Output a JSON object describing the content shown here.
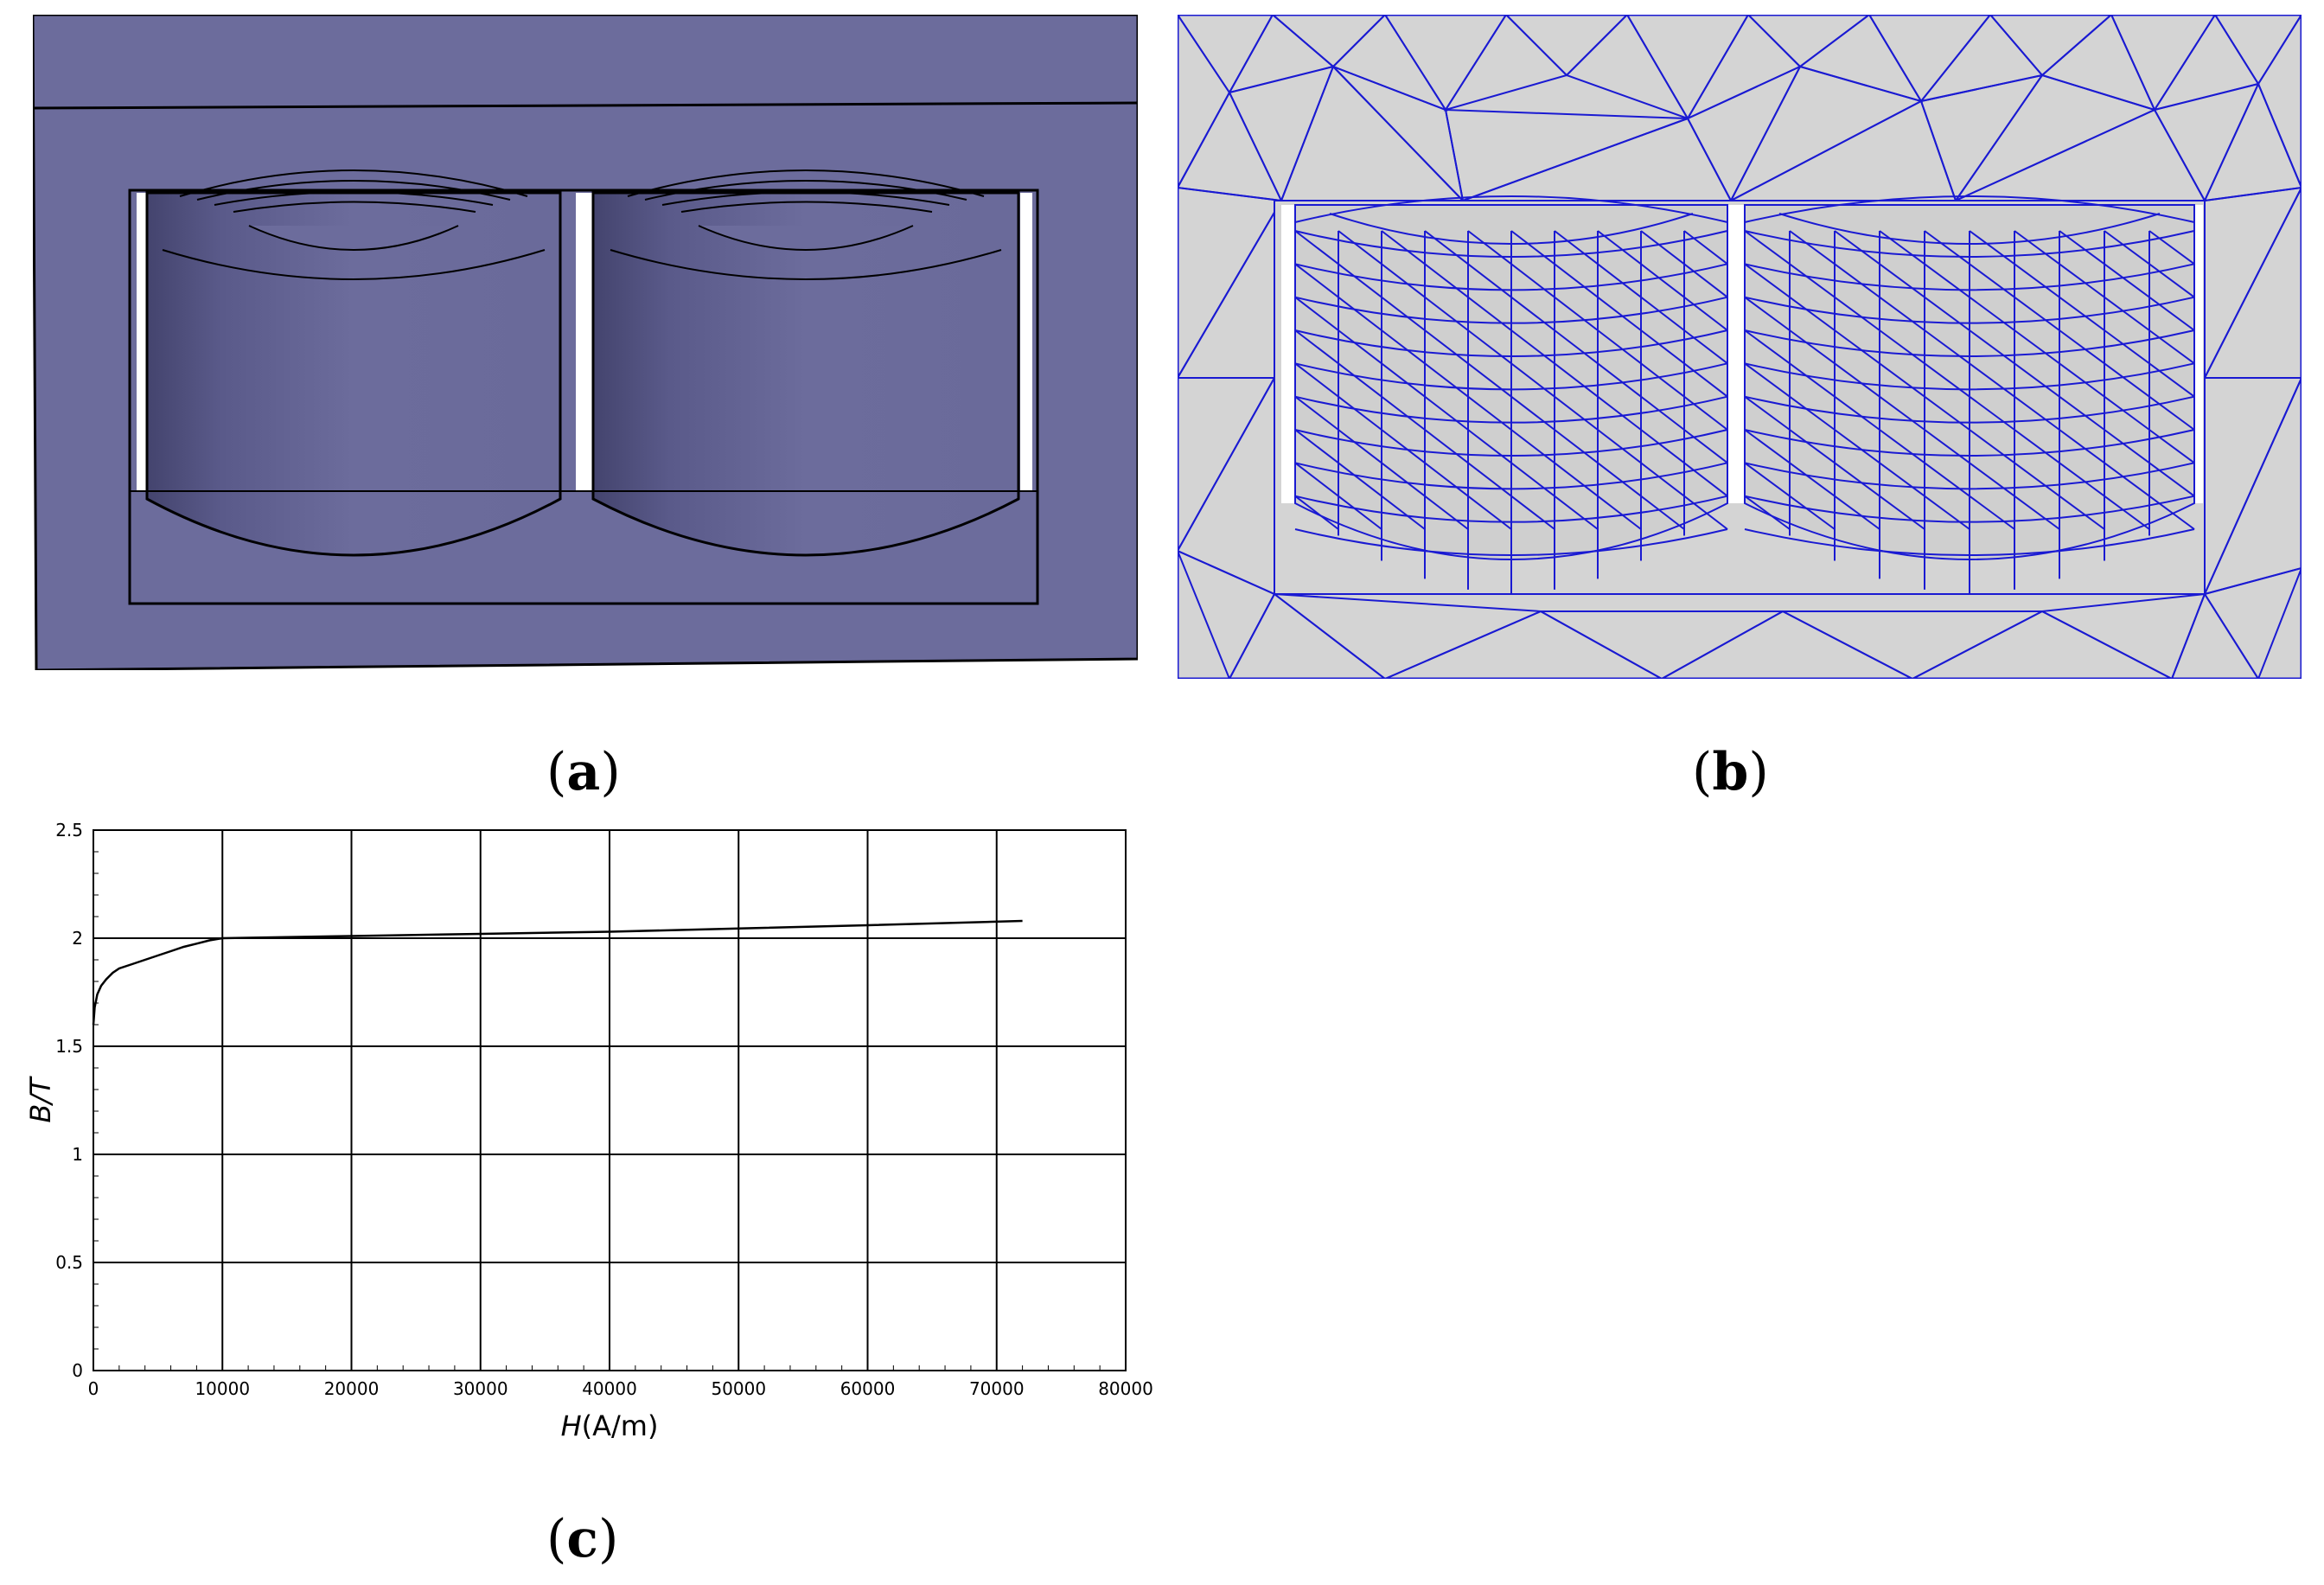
{
  "figure": {
    "panels": [
      {
        "id": "a",
        "letter": "a"
      },
      {
        "id": "b",
        "letter": "b"
      },
      {
        "id": "c",
        "letter": "c"
      }
    ]
  },
  "colors": {
    "core": "#6c6c9c",
    "core_dark": "#3c3c64",
    "mesh_fill": "#d4d4d4",
    "mesh_line": "#1a1ad2"
  },
  "chart_data": {
    "type": "line",
    "xlabel_italic": "H",
    "xlabel_unit": "(A/m)",
    "ylabel_italic": "B/T",
    "xlim": [
      0,
      80000
    ],
    "ylim": [
      0,
      2.5
    ],
    "xticks": [
      "0",
      "10000",
      "20000",
      "30000",
      "40000",
      "50000",
      "60000",
      "70000",
      "80000"
    ],
    "yticks": [
      "0",
      "0.5",
      "1",
      "1.5",
      "2",
      "2.5"
    ],
    "grid": true,
    "series": [
      {
        "x": [
          0,
          100,
          300,
          600,
          1000,
          1500,
          2000,
          3000,
          4000,
          5000,
          6000,
          7000,
          8000,
          9000,
          10000,
          20000,
          30000,
          40000,
          50000,
          60000,
          72000
        ],
        "y": [
          1.6,
          1.68,
          1.74,
          1.78,
          1.81,
          1.84,
          1.86,
          1.88,
          1.9,
          1.92,
          1.94,
          1.96,
          1.975,
          1.99,
          2.0,
          2.01,
          2.02,
          2.03,
          2.045,
          2.06,
          2.08
        ]
      }
    ]
  }
}
